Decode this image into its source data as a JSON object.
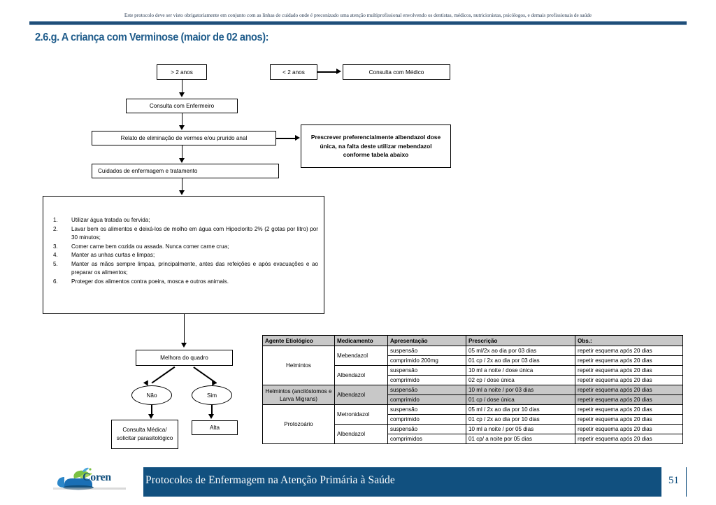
{
  "header": {
    "note": "Este protocolo deve ser visto obrigatoriamente em conjunto com as linhas de cuidado onde é preconizado uma atenção multiprofissional envolvendo os dentistas, médicos, nutricionistas, psicólogos, e demais profissionais de saúde",
    "title": "2.6.g. A criança com Verminose (maior de 02 anos):"
  },
  "flow": {
    "maior_2_anos": "> 2 anos",
    "menor_2_anos": "< 2 anos",
    "consulta_medico": "Consulta com Médico",
    "consulta_enfermeiro": "Consulta com Enfermeiro",
    "relato": "Relato de eliminação de vermes e/ou prurido anal",
    "cuidados": "Cuidados de enfermagem e tratamento",
    "prescrever": "Prescrever preferencialmente albendazol dose única, na falta deste utilizar mebendazol conforme tabela abaixo",
    "melhora": "Melhora do quadro",
    "nao": "Não",
    "sim": "Sim",
    "consulta_medica_parasitologico": "Consulta Médica/ solicitar parasitológico",
    "alta": "Alta"
  },
  "orientacoes": [
    "Utilizar água tratada ou fervida;",
    "Lavar bem os alimentos e deixá-los de molho em água com Hipoclorito 2% (2 gotas por litro) por 30 minutos;",
    "Comer carne bem cozida ou assada. Nunca comer carne crua;",
    "Manter as unhas curtas e limpas;",
    "Manter as mãos sempre limpas, principalmente, antes das refeições e após evacuações e ao preparar os alimentos;",
    "Proteger dos alimentos contra poeira, mosca e outros animais."
  ],
  "table": {
    "headers": [
      "Agente Etiológico",
      "Medicamento",
      "Apresentação",
      "Prescrição",
      "Obs.:"
    ],
    "groups": [
      {
        "agente": "Helmintos",
        "shaded": false,
        "meds": [
          {
            "nome": "Mebendazol",
            "rows": [
              {
                "apresentacao": "suspensão",
                "prescricao": " 05 ml/2x ao dia por 03 dias",
                "obs": "repetir esquema após 20 dias"
              },
              {
                "apresentacao": "comprimido 200mg",
                "prescricao": "01 cp / 2x ao dia por 03 dias",
                "obs": "repetir esquema após 20 dias"
              }
            ]
          },
          {
            "nome": "Albendazol",
            "rows": [
              {
                "apresentacao": "suspensão",
                "prescricao": "10 ml a noite / dose única",
                "obs": "repetir esquema após 20 dias"
              },
              {
                "apresentacao": "comprimido",
                "prescricao": "02 cp / dose única",
                "obs": "repetir esquema após 20 dias"
              }
            ]
          }
        ]
      },
      {
        "agente": "Helmintos (ancilóstomos e Larva Migrans)",
        "shaded": true,
        "meds": [
          {
            "nome": "Albendazol",
            "rows": [
              {
                "apresentacao": "suspensão",
                "prescricao": "10 ml a noite / por 03 dias",
                "obs": "repetir esquema após 20 dias"
              },
              {
                "apresentacao": "comprimido",
                "prescricao": "01 cp / dose única",
                "obs": "repetir esquema após 20 dias"
              }
            ]
          }
        ]
      },
      {
        "agente": "Protozoário",
        "shaded": false,
        "meds": [
          {
            "nome": "Metronidazol",
            "rows": [
              {
                "apresentacao": "suspensão",
                "prescricao": "05 ml / 2x ao dia por 10 dias",
                "obs": "repetir esquema após 20 dias"
              },
              {
                "apresentacao": "comprimido",
                "prescricao": "01 cp / 2x ao dia por 10 dias",
                "obs": "repetir esquema após 20 dias"
              }
            ]
          },
          {
            "nome": "Albendazol",
            "rows": [
              {
                "apresentacao": "suspensão",
                "prescricao": "10 ml a noite / por 05 dias",
                "obs": "repetir esquema após 20 dias"
              },
              {
                "apresentacao": "comprimidos",
                "prescricao": "01 cp/ a noite por 05 dias",
                "obs": "repetir esquema após 20 dias"
              }
            ]
          }
        ]
      }
    ]
  },
  "footer": {
    "title": "Protocolos de Enfermagem na Atenção Primária à Saúde",
    "page_number": "51",
    "logo_text": "Coren",
    "brand_color": "#11507f"
  }
}
